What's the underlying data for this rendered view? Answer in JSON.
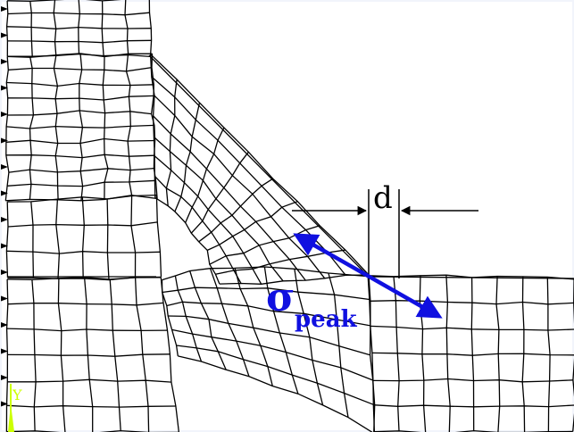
{
  "diagram": {
    "type": "finite-element-mesh",
    "labels": {
      "dimension": "d",
      "stress_symbol": "σ",
      "stress_subscript": "peak",
      "axis_y": "Y"
    },
    "colors": {
      "background": "#ffffff",
      "frame": "#f1f4fb",
      "mesh": "#000000",
      "stress_arrow": "#1010e0",
      "stress_text": "#1010e0",
      "axis": "#ccff00"
    }
  }
}
